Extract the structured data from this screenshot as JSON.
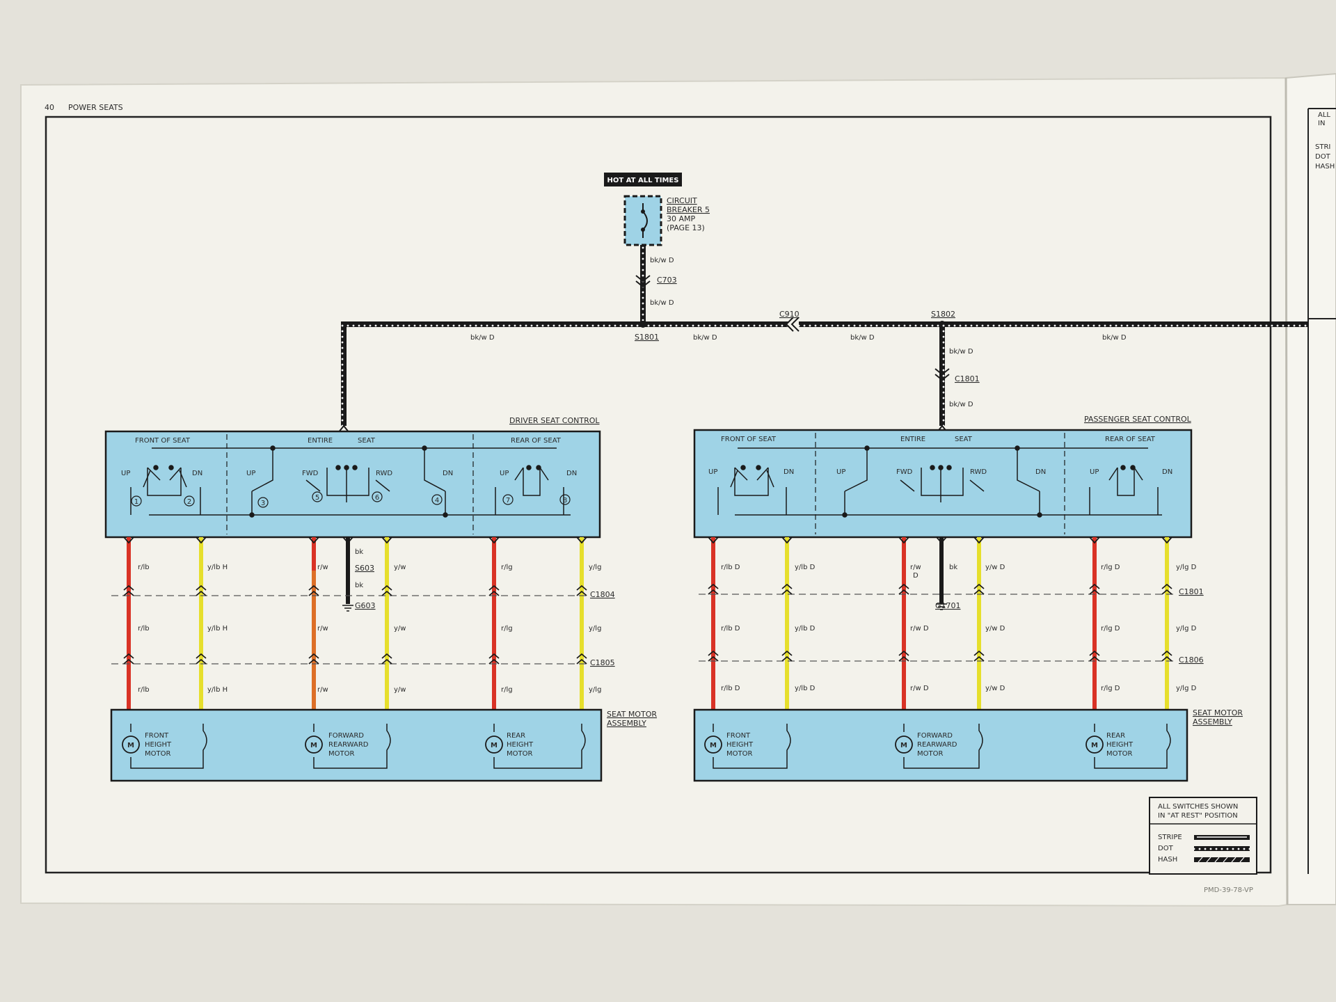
{
  "header": {
    "page_number": "40",
    "title": "POWER SEATS"
  },
  "power": {
    "hot_label": "HOT AT ALL TIMES",
    "breaker_lines": [
      "CIRCUIT",
      "BREAKER 5",
      "30 AMP",
      "(PAGE 13)"
    ],
    "connector_top": "C703",
    "wire": "bk/w D",
    "splice_left": "S1801",
    "splice_right": "S1802",
    "connector_mid": "C910",
    "connector_passenger": "C1801"
  },
  "driver": {
    "title": "DRIVER SEAT CONTROL",
    "sections": [
      "FRONT OF SEAT",
      "ENTIRE",
      "SEAT",
      "REAR OF SEAT"
    ],
    "switch_labels": [
      "UP",
      "DN",
      "UP",
      "FWD",
      "RWD",
      "DN",
      "UP",
      "DN"
    ],
    "terminal_numbers": [
      "1",
      "2",
      "3",
      "5",
      "6",
      "4",
      "7",
      "8"
    ],
    "wires_top": [
      "r/lb",
      "y/lb H",
      "r/w",
      "bk",
      "y/w",
      "r/lg",
      "y/lg"
    ],
    "wires_mid": [
      "r/lb",
      "y/lb H",
      "r/w",
      "y/w",
      "r/lg",
      "y/lg"
    ],
    "wires_bot": [
      "r/lb",
      "y/lb H",
      "r/w",
      "y/w",
      "r/lg",
      "y/lg"
    ],
    "splice": "S603",
    "ground_wire": "bk",
    "ground": "G603",
    "connector_1": "C1804",
    "connector_2": "C1805",
    "assembly_lines": [
      "SEAT MOTOR",
      "ASSEMBLY"
    ],
    "motors": [
      {
        "symbol": "M",
        "lines": [
          "FRONT",
          "HEIGHT",
          "MOTOR"
        ]
      },
      {
        "symbol": "M",
        "lines": [
          "FORWARD",
          "REARWARD",
          "MOTOR"
        ]
      },
      {
        "symbol": "M",
        "lines": [
          "REAR",
          "HEIGHT",
          "MOTOR"
        ]
      }
    ]
  },
  "passenger": {
    "title": "PASSENGER SEAT CONTROL",
    "sections": [
      "FRONT OF SEAT",
      "ENTIRE",
      "SEAT",
      "REAR OF SEAT"
    ],
    "switch_labels": [
      "UP",
      "DN",
      "UP",
      "FWD",
      "RWD",
      "DN",
      "UP",
      "DN"
    ],
    "wires_top": [
      "r/lb D",
      "y/lb D",
      "r/w",
      "D",
      "bk",
      "y/w D",
      "r/lg D",
      "y/lg D"
    ],
    "wires_mid": [
      "r/lb D",
      "y/lb D",
      "r/w D",
      "y/w D",
      "r/lg D",
      "y/lg D"
    ],
    "wires_bot": [
      "r/lb D",
      "y/lb D",
      "r/w D",
      "y/w D",
      "r/lg D",
      "y/lg D"
    ],
    "ground": "G1701",
    "connector_1": "C1801",
    "connector_2": "C1806",
    "assembly_lines": [
      "SEAT MOTOR",
      "ASSEMBLY"
    ],
    "motors": [
      {
        "symbol": "M",
        "lines": [
          "FRONT",
          "HEIGHT",
          "MOTOR"
        ]
      },
      {
        "symbol": "M",
        "lines": [
          "FORWARD",
          "REARWARD",
          "MOTOR"
        ]
      },
      {
        "symbol": "M",
        "lines": [
          "REAR",
          "HEIGHT",
          "MOTOR"
        ]
      }
    ]
  },
  "legend": {
    "note_lines": [
      "ALL SWITCHES SHOWN",
      "IN \"AT REST\" POSITION"
    ],
    "items": [
      "STRIPE",
      "DOT",
      "HASH"
    ]
  },
  "footer": {
    "code": "PMD-39-78-VP"
  },
  "next_page": {
    "fragments": [
      "ALL",
      "IN",
      "STRI",
      "DOT",
      "HASH"
    ]
  },
  "colors": {
    "page": "#f2f1ea",
    "panel": "#9fd3e6",
    "red_wire": "#d93326",
    "yellow_wire": "#e6df2c",
    "black_wire": "#1a1a1a"
  }
}
